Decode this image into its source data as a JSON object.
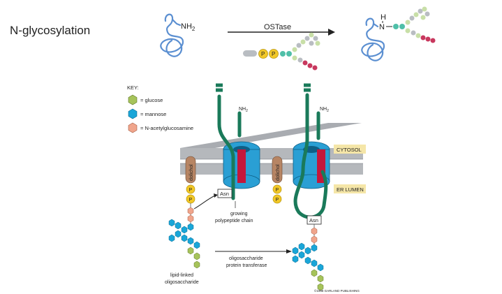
{
  "top": {
    "title": "N-glycosylation",
    "nh2": "NH2",
    "nh2_sub": "2",
    "nh_h": "H",
    "nh_n": "N",
    "enzyme": "OSTase",
    "phosphate": "P"
  },
  "lower": {
    "key_title": "KEY:",
    "key": [
      {
        "label": "= glucose",
        "color": "#a6c35a",
        "icon": "hexagon-glucose-icon"
      },
      {
        "label": "= mannose",
        "color": "#1aa6d8",
        "icon": "hexagon-mannose-icon"
      },
      {
        "label": "= N-acetylglucosamine",
        "color": "#f0a58c",
        "icon": "hexagon-nacetylglucosamine-icon"
      }
    ],
    "nh2_left": "NH",
    "nh2_right": "NH",
    "sub2": "2",
    "cytosol": "CYTOSOL",
    "er_lumen": "ER LUMEN",
    "dolichol": "dolichol",
    "phosphate": "P",
    "asn": "Asn",
    "growing_chain_line1": "growing",
    "growing_chain_line2": "polypeptide chain",
    "lipid_linked_line1": "lipid-linked",
    "lipid_linked_line2": "oligosaccharide",
    "transferase_line1": "oligosaccharide",
    "transferase_line2": "protein transferase",
    "copyright": "©1998 GARLAND PUBLISHING"
  },
  "colors": {
    "protein_blue": "#5b8fd1",
    "glucose": "#a6c35a",
    "mannose": "#1aa6d8",
    "glcnac": "#f0a58c",
    "chain_green": "#1a7a5a",
    "membrane_gray": "#a9acb1",
    "translocon": "#2a9fd4",
    "phosphate_yellow": "#f2c827",
    "dolichol_brown": "#b78564",
    "asn_red": "#c4173b",
    "tag_yellow": "#f5e6a8",
    "sugar_pink": "#c8385e",
    "sugar_teal": "#4fbfa8",
    "sugar_lightgreen": "#c8dfa7",
    "sugar_gray": "#b9bdc2"
  }
}
